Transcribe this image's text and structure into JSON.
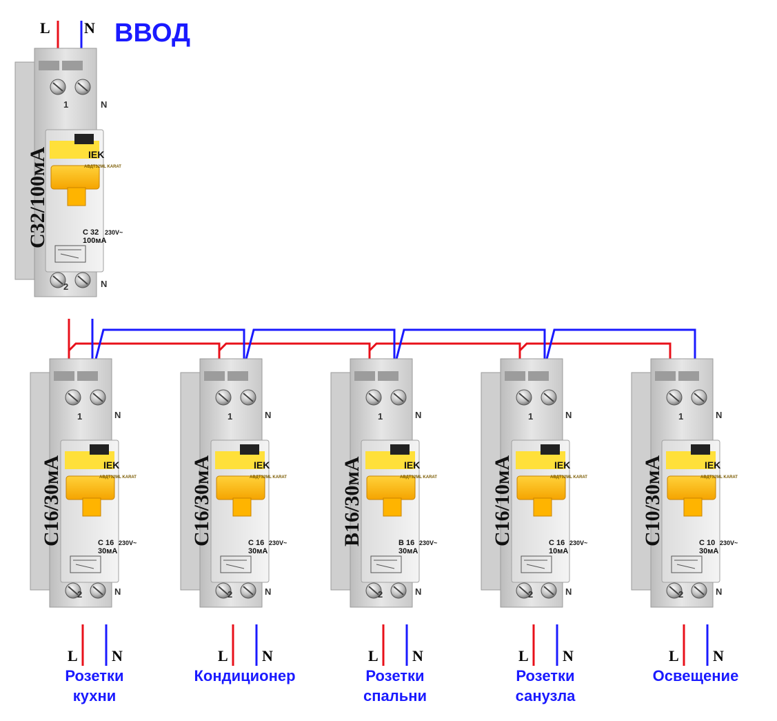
{
  "wire_colors": {
    "line": "#e8101a",
    "neutral": "#1a1aff"
  },
  "input": {
    "title": "ВВОД",
    "line_label": "L",
    "neutral_label": "N",
    "breaker": {
      "rating": "C32/100мА",
      "brand": "IEK",
      "model": "АВДТ32ML KARAT",
      "face_curve": "C 32",
      "face_leak": "100мА",
      "face_voltage": "230V~",
      "terminal_top_left": "1",
      "terminal_top_right": "N",
      "terminal_bottom_left": "2",
      "terminal_bottom_right": "N"
    }
  },
  "outputs": [
    {
      "rating": "C16/30мА",
      "face_curve": "C 16",
      "face_leak": "30мА",
      "face_voltage": "230V~",
      "brand": "IEK",
      "model": "АВДТ32ML KARAT",
      "line_label": "L",
      "neutral_label": "N",
      "circuit_line1": "Розетки",
      "circuit_line2": "кухни",
      "t1": "1",
      "t2": "N",
      "t3": "2",
      "t4": "N"
    },
    {
      "rating": "C16/30мА",
      "face_curve": "C 16",
      "face_leak": "30мА",
      "face_voltage": "230V~",
      "brand": "IEK",
      "model": "АВДТ32ML KARAT",
      "line_label": "L",
      "neutral_label": "N",
      "circuit_line1": "Кондиционер",
      "circuit_line2": "",
      "t1": "1",
      "t2": "N",
      "t3": "2",
      "t4": "N"
    },
    {
      "rating": "B16/30мА",
      "face_curve": "B 16",
      "face_leak": "30мА",
      "face_voltage": "230V~",
      "brand": "IEK",
      "model": "АВДТ32ML KARAT",
      "line_label": "L",
      "neutral_label": "N",
      "circuit_line1": "Розетки",
      "circuit_line2": "спальни",
      "t1": "1",
      "t2": "N",
      "t3": "2",
      "t4": "N"
    },
    {
      "rating": "C16/10мА",
      "face_curve": "C 16",
      "face_leak": "10мА",
      "face_voltage": "230V~",
      "brand": "IEK",
      "model": "АВДТ32ML KARAT",
      "line_label": "L",
      "neutral_label": "N",
      "circuit_line1": "Розетки",
      "circuit_line2": "санузла",
      "t1": "1",
      "t2": "N",
      "t3": "2",
      "t4": "N"
    },
    {
      "rating": "C10/30мА",
      "face_curve": "C 10",
      "face_leak": "30мА",
      "face_voltage": "230V~",
      "brand": "IEK",
      "model": "АВДТ32ML KARAT",
      "line_label": "L",
      "neutral_label": "N",
      "circuit_line1": "Освещение",
      "circuit_line2": "",
      "t1": "1",
      "t2": "N",
      "t3": "2",
      "t4": "N"
    }
  ]
}
